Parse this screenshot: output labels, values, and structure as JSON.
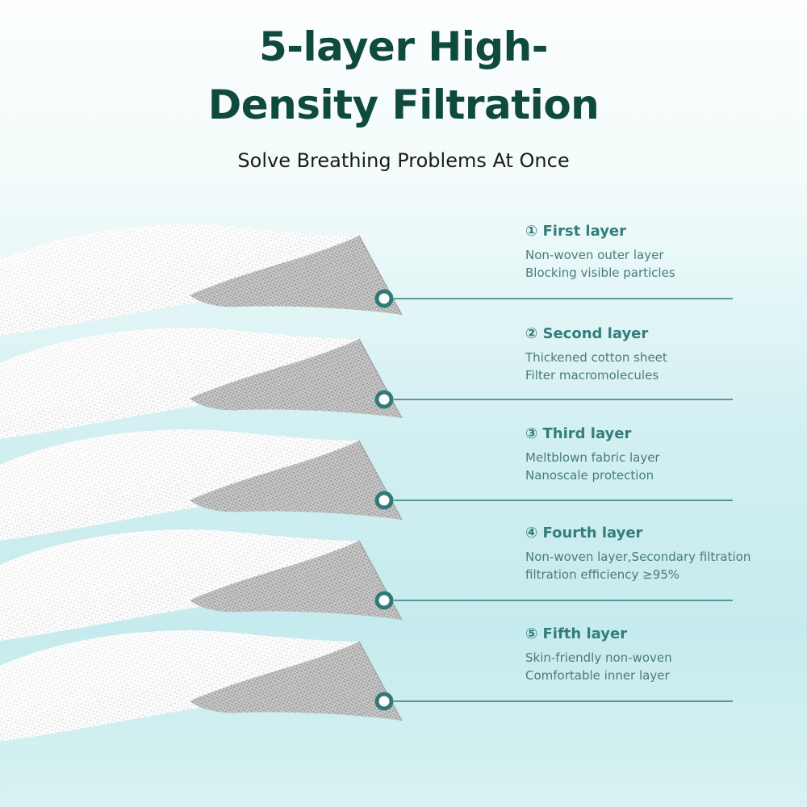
{
  "header": {
    "title_line1": "5-layer High-",
    "title_line2": "Density Filtration",
    "subtitle": "Solve Breathing Problems At Once"
  },
  "layers": [
    {
      "name": "① First layer",
      "line1": "Non-woven outer layer",
      "line2": "Blocking visible particles"
    },
    {
      "name": "② Second layer",
      "line1": "Thickened cotton sheet",
      "line2": "Filter macromolecules"
    },
    {
      "name": "③ Third layer",
      "line1": "Meltblown fabric layer",
      "line2": "Nanoscale protection"
    },
    {
      "name": "④ Fourth layer",
      "line1": "Non-woven layer,Secondary filtration",
      "line2": "filtration efficiency ≥95%"
    },
    {
      "name": "⑤ Fifth layer",
      "line1": "Skin-friendly non-woven",
      "line2": "Comfortable inner layer"
    }
  ],
  "colors": {
    "title": "#0f4a3f",
    "accent": "#337d7b",
    "leader_line": "#2f7a78"
  }
}
